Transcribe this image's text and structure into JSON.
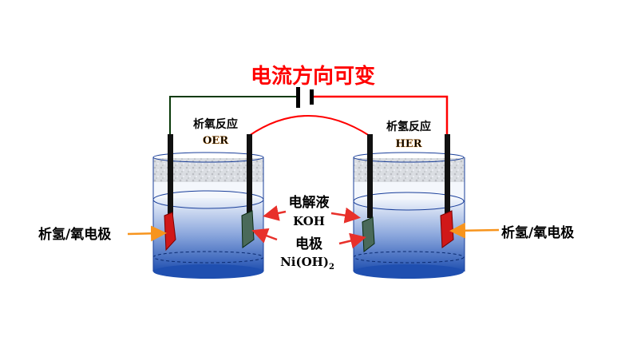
{
  "title": "电流方向可变",
  "left_cell": {
    "reaction": "析氧反应",
    "abbr": "OER"
  },
  "right_cell": {
    "reaction": "析氢反应",
    "abbr": "HER"
  },
  "electrolyte": {
    "label": "电解液",
    "formula": "KOH"
  },
  "electrode": {
    "label": "电极",
    "formula": "Ni(OH)",
    "subscript": "2"
  },
  "side_labels": {
    "left": "析氢/氧电极",
    "right": "析氢/氧电极"
  },
  "colors": {
    "red_wire": "#ff0000",
    "green_wire": "#0a3a0a",
    "orange_arrow": "#f7941d",
    "liquid": "#1f4fb0"
  }
}
